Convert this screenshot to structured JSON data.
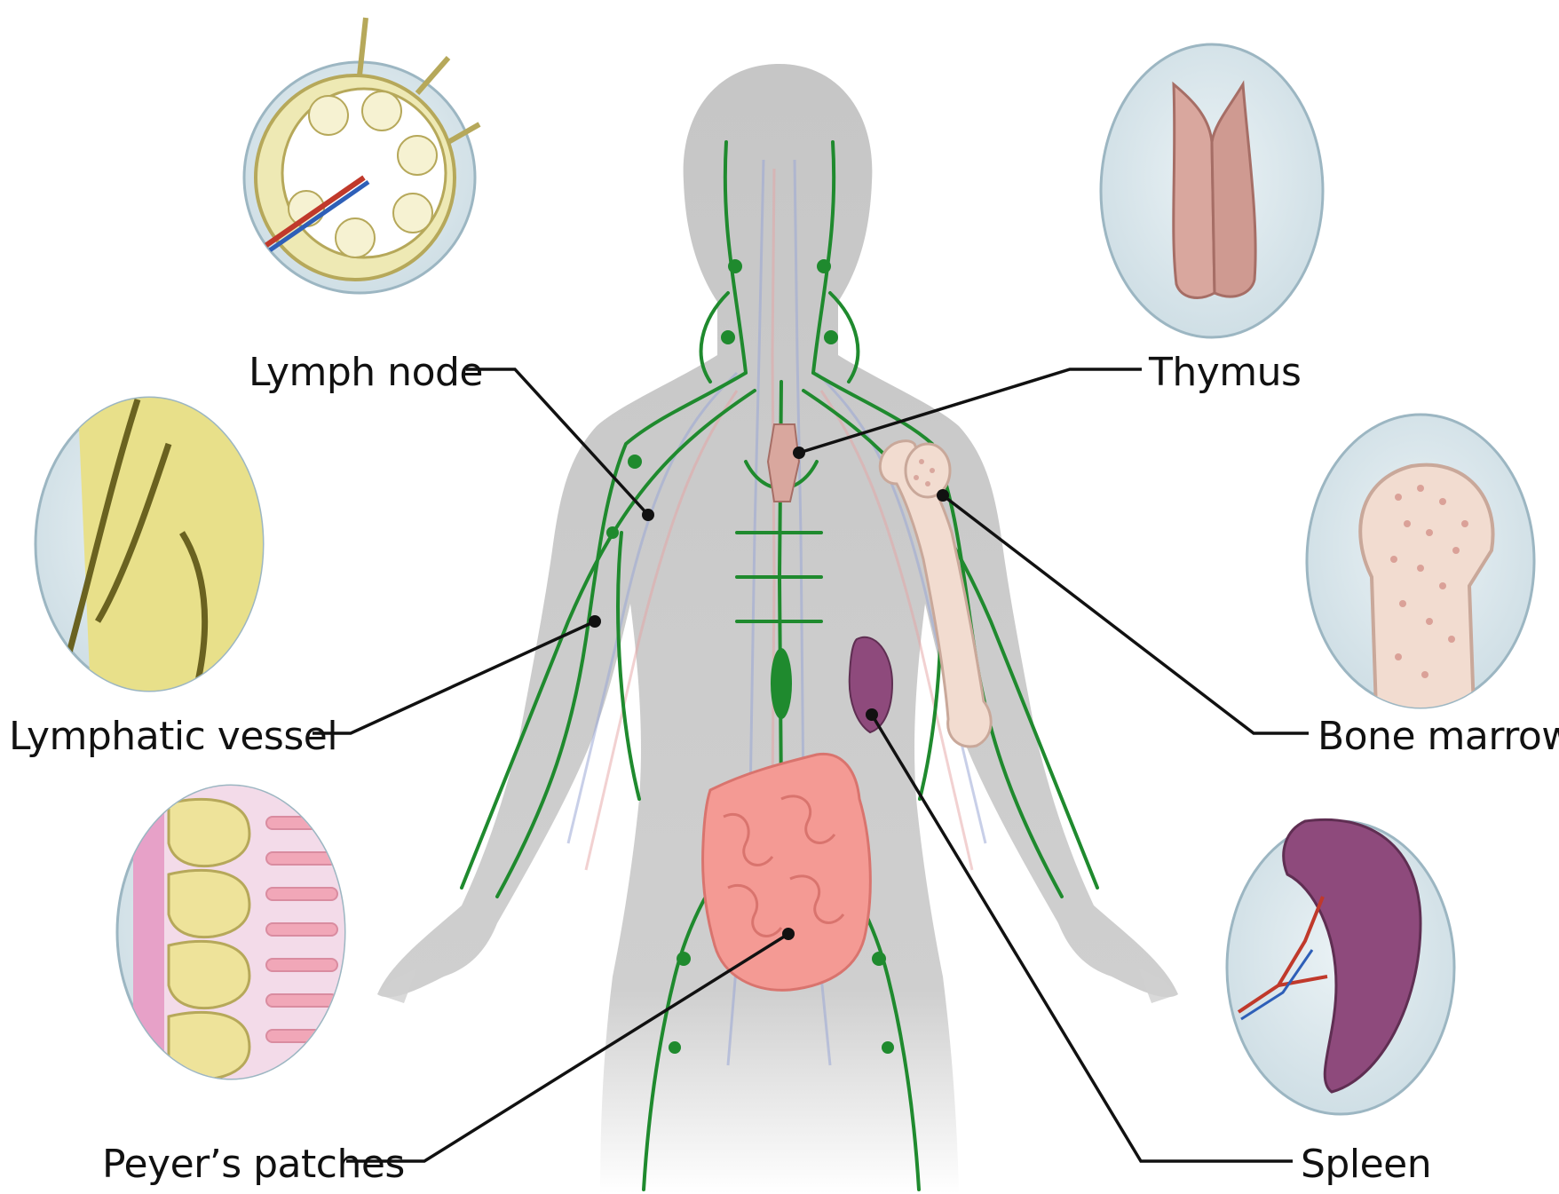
{
  "labels": {
    "lymph_node": "Lymph node",
    "thymus": "Thymus",
    "lymphatic_vessel": "Lymphatic vessel",
    "bone_marrow": "Bone marrow",
    "peyers_patches": "Peyer’s patches",
    "spleen": "Spleen"
  },
  "colors": {
    "body": "#c9c9c9",
    "lymph_vessels": "#1f8a2e",
    "inset_background": "#dde9ee",
    "lymph_node": "#eee9b4",
    "thymus": "#d9a79e",
    "bone": "#f2dcd0",
    "spleen": "#8e4a7c",
    "intestine": "#f49a94",
    "leader_line": "#111111"
  }
}
